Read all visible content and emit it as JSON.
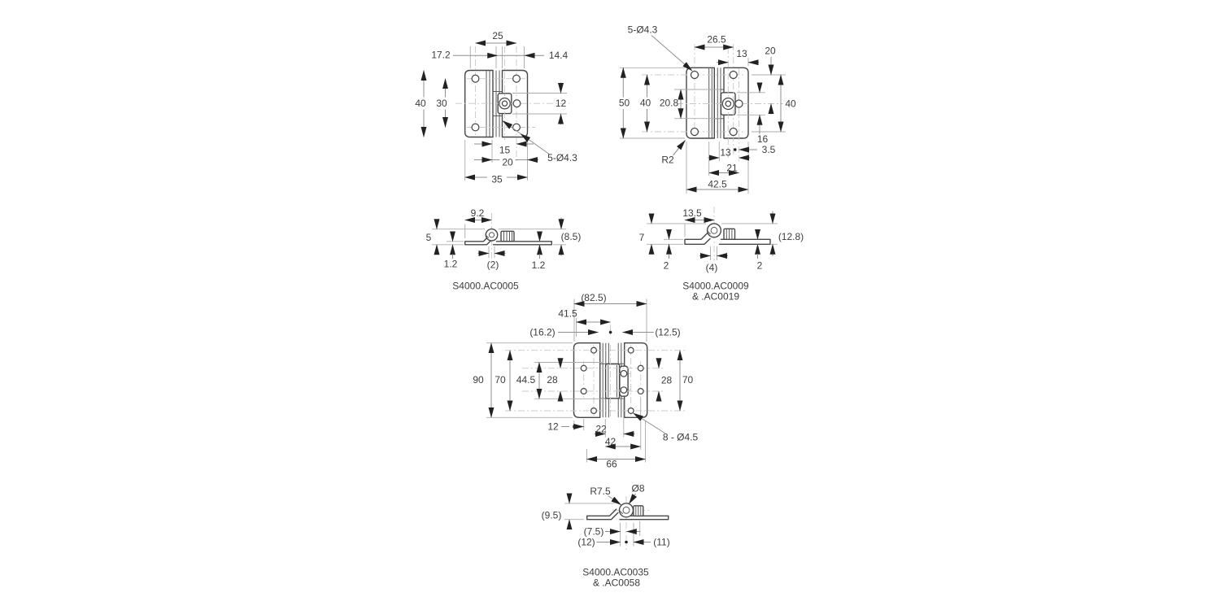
{
  "drawing_type": "hinge-technical-drawing",
  "colors": {
    "background": "#ffffff",
    "outline": "#474747",
    "dimension_line": "#8f8f8f",
    "extension_line": "#ababab",
    "centerline": "#c8c8c8",
    "arrowhead": "#222222",
    "text": "#3c3c3c"
  },
  "views": {
    "v1": {
      "name": "hinge 40mm front view",
      "d25": "25",
      "d17_2": "17.2",
      "d14_4": "14.4",
      "d40": "40",
      "d30": "30",
      "d12": "12",
      "d15": "15",
      "d20": "20",
      "d35": "35",
      "holes": "5-Ø4.3"
    },
    "v2": {
      "name": "hinge 50mm front view",
      "holes": "5-Ø4.3",
      "d26_5": "26.5",
      "d13t": "13",
      "d20": "20",
      "d50": "50",
      "d40l": "40",
      "d20_8": "20.8",
      "d40r": "40",
      "d16": "16",
      "d3_5": "3.5",
      "d13b": "13",
      "d21": "21",
      "d42_5": "42.5",
      "r2": "R2"
    },
    "v3": {
      "name": "side profile small",
      "d9_2": "9.2",
      "d5": "5",
      "d8_5": "(8.5)",
      "d1_2l": "1.2",
      "d2": "(2)",
      "d1_2r": "1.2",
      "label": "S4000.AC0005"
    },
    "v4": {
      "name": "side profile medium",
      "d13_5": "13.5",
      "d7": "7",
      "d12_8": "(12.8)",
      "d2l": "2",
      "d4": "(4)",
      "d2r": "2",
      "label1": "S4000.AC0009",
      "label2": "& .AC0019"
    },
    "v5": {
      "name": "hinge 90mm front view",
      "d82_5": "(82.5)",
      "d41_5": "41.5",
      "d16_2": "(16.2)",
      "d12_5": "(12.5)",
      "d90": "90",
      "d70l": "70",
      "d44_5": "44.5",
      "d28l": "28",
      "d28r": "28",
      "d70r": "70",
      "d12": "12",
      "d22": "22",
      "d42": "42",
      "d66": "66",
      "holes": "8 - Ø4.5"
    },
    "v6": {
      "name": "side profile large",
      "r7_5": "R7.5",
      "dia8": "Ø8",
      "d9_5": "(9.5)",
      "d7_5": "(7.5)",
      "d12": "(12)",
      "d11": "(11)",
      "label1": "S4000.AC0035",
      "label2": "& .AC0058"
    }
  }
}
